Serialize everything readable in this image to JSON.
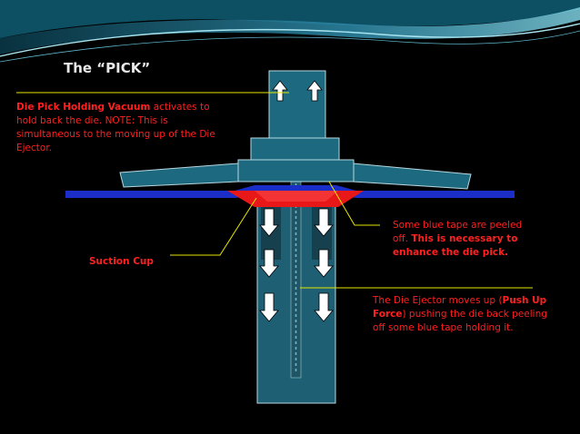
{
  "slide": {
    "title": "The “PICK”",
    "accent_color": "#ff2020",
    "text_color": "#e8e8e8"
  },
  "annotations": {
    "vacuum": {
      "bold": "Die Pick Holding Vacuum",
      "text": " activates to hold back the die. NOTE: This is simultaneous to the moving up of the Die Ejector."
    },
    "suction_cup": {
      "label": "Suction Cup"
    },
    "tape": {
      "text": "Some blue tape are peeled off. ",
      "bold": "This is necessary to enhance the die pick."
    },
    "ejector": {
      "text1": "The Die Ejector moves up (",
      "bold1": "Push Up Force",
      "text2": ") pushing the die back peeling off some blue tape holding it."
    }
  },
  "icons": [
    "arrow-up-icon",
    "arrow-down-icon"
  ]
}
